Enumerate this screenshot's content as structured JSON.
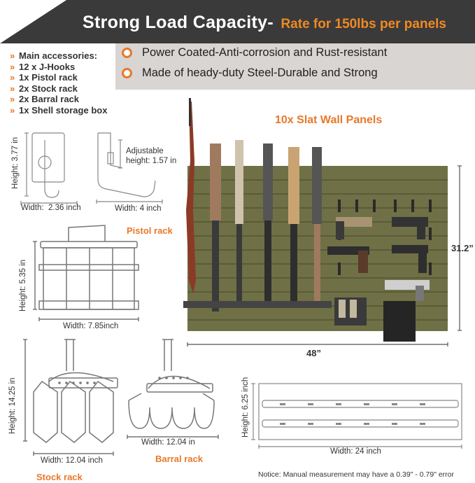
{
  "header": {
    "title": "Strong Load Capacity-",
    "subtitle": "Rate for 150lbs per panels"
  },
  "features": [
    "Power Coated-Anti-corrosion and Rust-resistant",
    "Made of heady-duty Steel-Durable and Strong"
  ],
  "accessories": {
    "heading": "Main accessories:",
    "items": [
      "12 x J-Hooks",
      "1x Pistol rack",
      "2x Stock rack",
      "2x Barral rack",
      "1x Shell storage box"
    ]
  },
  "jhook": {
    "height": "Height: 3.77 in",
    "width": "Width:  2.36 inch",
    "adjustable": "Adjustable",
    "adj_height": "height: 1.57 in",
    "side_width": "Width: 4 inch"
  },
  "pistol_rack": {
    "label": "Pistol rack",
    "height": "Height: 5.35 in",
    "width": "Width: 7.85inch"
  },
  "panels": {
    "title": "10x Slat Wall Panels",
    "height": "31.2”",
    "width": "48”"
  },
  "stock_rack": {
    "height": "Height: 14.25 in",
    "width": "Width: 12.04 inch",
    "label": "Stock rack"
  },
  "barral_rack": {
    "width": "Width: 12.04 in",
    "label": "Barral rack"
  },
  "slat_panel": {
    "height": "Height: 6.25 inch",
    "width": "Width: 24 inch"
  },
  "notice": "Notice: Manual measurement may have a 0.39\" - 0.79\" error",
  "colors": {
    "header_bg": "#3a3a3a",
    "accent": "#e8782a",
    "panel_green": "#6f7046",
    "feature_band": "#d9d5d3"
  }
}
